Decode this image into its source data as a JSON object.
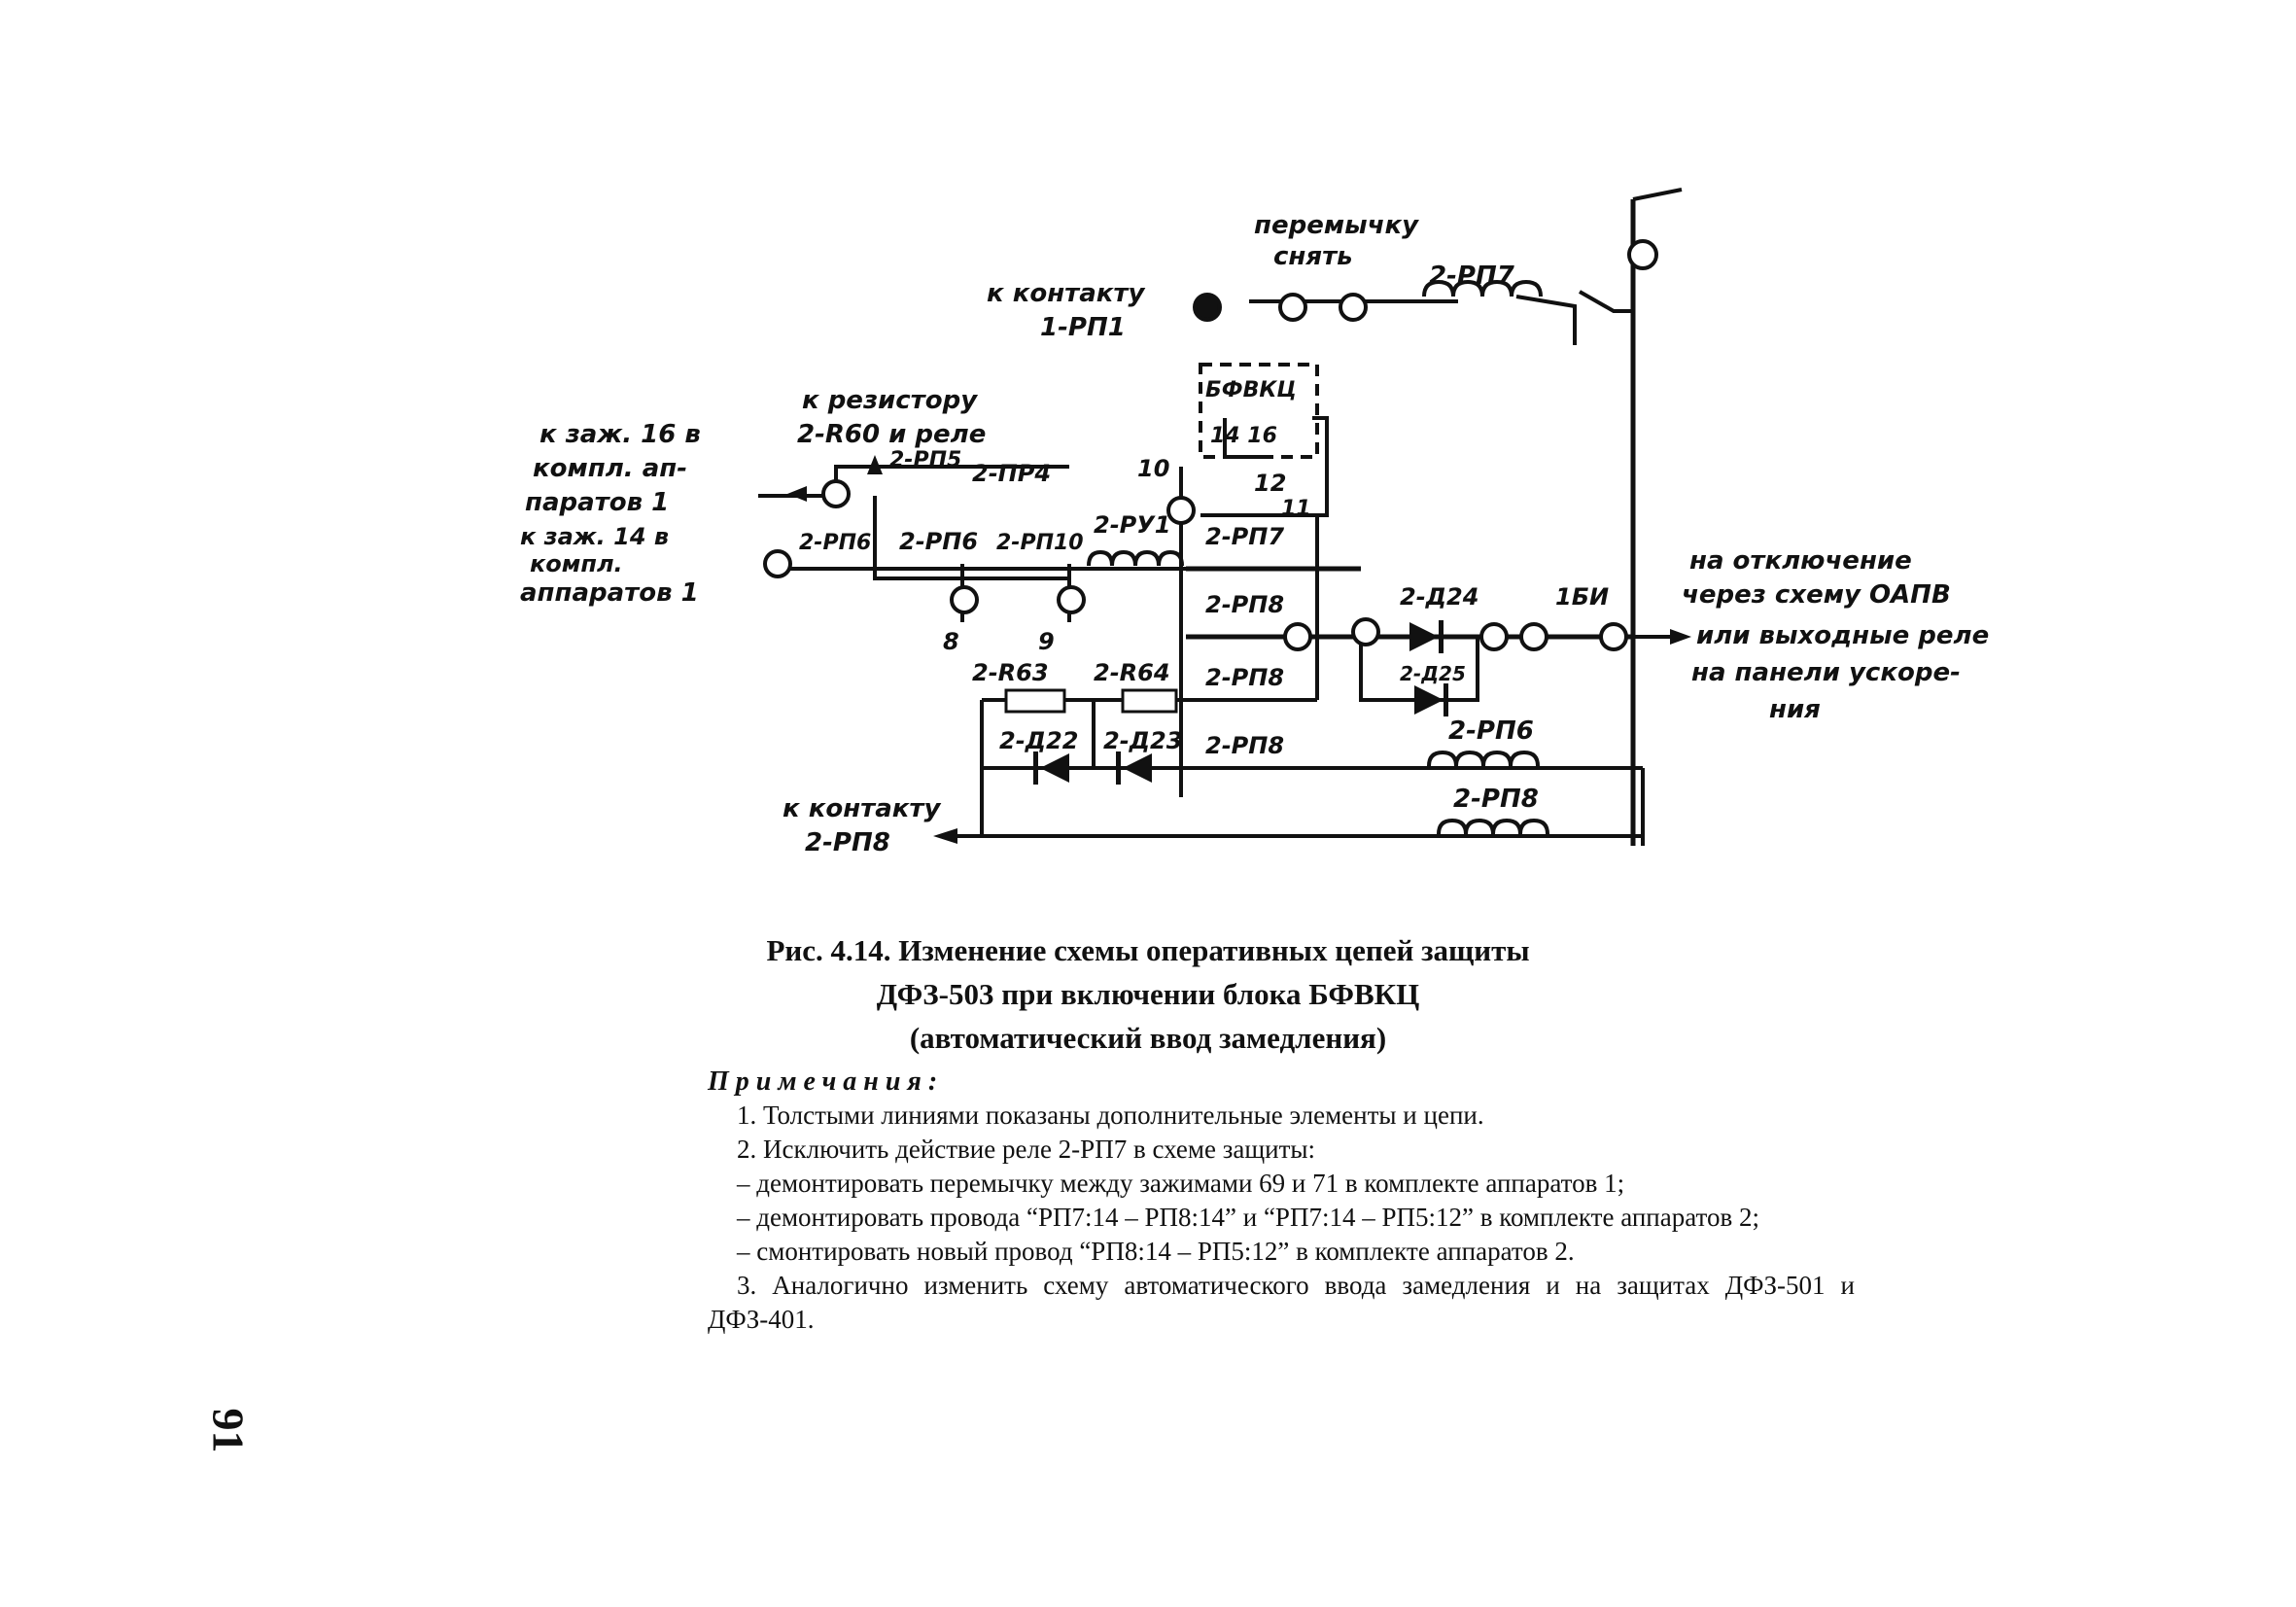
{
  "diagram": {
    "labels": {
      "jumper_remove_1": "перемычку",
      "jumper_remove_2": "снять",
      "to_contact_1_1": "к контакту",
      "to_contact_1_2": "1-РП1",
      "rp7_top": "2-РП7",
      "bfvkc": "БФВКЦ",
      "bfvkc_pins": "14    16",
      "to_resistor_1": "к резистору",
      "to_resistor_2": "2-R60 и реле",
      "left1_1": "к заж. 16 в",
      "left1_2": "компл. ап-",
      "left1_3": "паратов 1",
      "left2_1": "к заж. 14 в",
      "left2_2": "компл.",
      "left2_3": "аппаратов 1",
      "rp5": "2-РП5",
      "pr4": "2-ПР4",
      "rp6a": "2-РП6",
      "rp6b": "2-РП6",
      "rp10": "2-РП10",
      "rp11": "2-РУ1",
      "n10": "10",
      "n12": "12",
      "n11": "11",
      "rp7_mid": "2-РП7",
      "rp8a": "2-РП8",
      "rp8b": "2-РП8",
      "rp8c": "2-РП8",
      "d24": "2-Д24",
      "bi": "1БИ",
      "d25": "2-Д25",
      "n8": "8",
      "n9": "9",
      "r63": "2-R63",
      "r64": "2-R64",
      "d22": "2-Д22",
      "d23": "2-Д23",
      "rp6_bot": "2-РП6",
      "rp8_bot": "2-РП8",
      "to_contact_2_1": "к контакту",
      "to_contact_2_2": "2-РП8",
      "right_1": "на отключение",
      "right_2": "через схему ОАПВ",
      "right_3": "или выходные реле",
      "right_4": "на панели ускоре-",
      "right_5": "ния"
    }
  },
  "caption": {
    "line1": "Рис. 4.14. Изменение схемы оперативных цепей защиты",
    "line2": "ДФЗ-503 при включении блока БФВКЦ",
    "line3": "(автоматический ввод замедления)"
  },
  "notes": {
    "heading": "Примечания:",
    "n1": "1. Толстыми линиями показаны дополнительные элементы и цепи.",
    "n2": "2. Исключить действие реле 2-РП7 в схеме защиты:",
    "n2a": "– демонтировать перемычку между зажимами 69 и 71 в комплекте аппаратов 1;",
    "n2b": "– демонтировать провода “РП7:14 – РП8:14” и “РП7:14 – РП5:12” в комплекте аппаратов 2;",
    "n2c": "– смонтировать новый провод “РП8:14 – РП5:12” в комплекте аппаратов 2.",
    "n3": "3. Аналогично изменить схему автоматического ввода замедления и на защитах ДФЗ-501 и ДФЗ-401."
  },
  "page_number": "91"
}
